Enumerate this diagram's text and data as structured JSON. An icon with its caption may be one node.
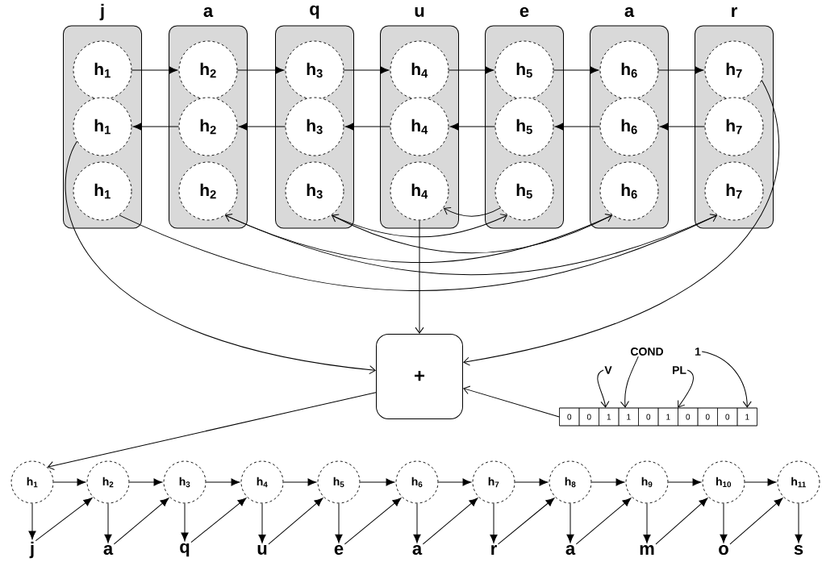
{
  "diagram": {
    "nodes": [
      {
        "text": [
          "j"
        ]
      },
      {
        "text": [
          "h$_{1}$"
        ],
        "in": 0
      },
      {
        "text": [
          "h$_{1}$"
        ],
        "in": 0
      },
      {
        "text": [
          "h$_{1}$"
        ],
        "in": 0
      },
      {
        "text": [
          "a"
        ]
      },
      {
        "text": [
          "h$_{2}$"
        ],
        "in": 4
      },
      {
        "text": [
          "h$_{2}$"
        ],
        "in": 4
      },
      {
        "text": [
          "h$_{2}$"
        ],
        "in": 4
      },
      {
        "text": [
          "q"
        ]
      },
      {
        "text": [
          "h$_{3}$"
        ],
        "in": 8
      },
      {
        "text": [
          "h$_{3}$"
        ],
        "in": 8
      },
      {
        "text": [
          "h$_{3}$"
        ],
        "in": 8
      },
      {
        "text": [
          "u"
        ]
      },
      {
        "text": [
          "h$_{4}$"
        ],
        "in": 12
      },
      {
        "text": [
          "h$_{4}$"
        ],
        "in": 12
      },
      {
        "text": [
          "h$_{4}$"
        ],
        "in": 12
      },
      {
        "text": [
          "e"
        ]
      },
      {
        "text": [
          "h$_{5}$"
        ],
        "in": 16
      },
      {
        "text": [
          "h$_{5}$"
        ],
        "in": 16
      },
      {
        "text": [
          "h$_{5}$"
        ],
        "in": 16
      },
      {
        "text": [
          "a"
        ]
      },
      {
        "text": [
          "h$_{6}$"
        ],
        "in": 20
      },
      {
        "text": [
          "h$_{6}$"
        ],
        "in": 20
      },
      {
        "text": [
          "h$_{6}$"
        ],
        "in": 20
      },
      {
        "text": [
          "r"
        ]
      },
      {
        "text": [
          "h$_{7}$"
        ],
        "in": 24
      },
      {
        "text": [
          "h$_{7}$"
        ],
        "in": 24
      },
      {
        "text": [
          "h$_{7}$"
        ],
        "in": 24
      },
      {
        "text": [
          "+"
        ]
      },
      {
        "text": [
          "V"
        ]
      },
      {
        "text": [
          "COND"
        ]
      },
      {
        "text": [
          "PL"
        ]
      },
      {
        "text": [
          "1"
        ]
      },
      {
        "text": [],
        "shape": "box"
      },
      {
        "text": [
          "0"
        ],
        "in": 33
      },
      {
        "text": [
          "0"
        ],
        "in": 33
      },
      {
        "text": [
          "1"
        ],
        "in": 33
      },
      {
        "text": [
          "1"
        ],
        "in": 33
      },
      {
        "text": [
          "0"
        ],
        "in": 33
      },
      {
        "text": [
          "1"
        ],
        "in": 33
      },
      {
        "text": [
          "0"
        ],
        "in": 33
      },
      {
        "text": [
          "0"
        ],
        "in": 33
      },
      {
        "text": [
          "0"
        ],
        "in": 33
      },
      {
        "text": [
          "1"
        ],
        "in": 33
      },
      {
        "text": [
          "h$_{1}$"
        ]
      },
      {
        "text": [
          "h$_{2}$"
        ]
      },
      {
        "text": [
          "h$_{3}$"
        ]
      },
      {
        "text": [
          "h$_{4}$"
        ]
      },
      {
        "text": [
          "h$_{5}$"
        ]
      },
      {
        "text": [
          "h$_{6}$"
        ]
      },
      {
        "text": [
          "h$_{7}$"
        ]
      },
      {
        "text": [
          "h$_{8}$"
        ]
      },
      {
        "text": [
          "h$_{9}$"
        ]
      },
      {
        "text": [
          "h$_{10}$"
        ]
      },
      {
        "text": [
          "h$_{11}$"
        ]
      },
      {
        "text": [
          "j"
        ]
      },
      {
        "text": [
          "a"
        ]
      },
      {
        "text": [
          "q"
        ]
      },
      {
        "text": [
          "u"
        ]
      },
      {
        "text": [
          "e"
        ]
      },
      {
        "text": [
          "a"
        ]
      },
      {
        "text": [
          "r"
        ]
      },
      {
        "text": [
          "a"
        ]
      },
      {
        "text": [
          "m"
        ]
      },
      {
        "text": [
          "o"
        ]
      },
      {
        "text": [
          "s"
        ]
      }
    ],
    "edges": [
      {
        "from": 1,
        "to": 5,
        "arrow": "to"
      },
      {
        "from": 5,
        "to": 9,
        "arrow": "to"
      },
      {
        "from": 9,
        "to": 13,
        "arrow": "to"
      },
      {
        "from": 13,
        "to": 17,
        "arrow": "to"
      },
      {
        "from": 17,
        "to": 21,
        "arrow": "to"
      },
      {
        "from": 21,
        "to": 25,
        "arrow": "to"
      },
      {
        "from": 6,
        "to": 2,
        "arrow": "to"
      },
      {
        "from": 10,
        "to": 6,
        "arrow": "to"
      },
      {
        "from": 14,
        "to": 10,
        "arrow": "to"
      },
      {
        "from": 18,
        "to": 14,
        "arrow": "to"
      },
      {
        "from": 22,
        "to": 18,
        "arrow": "to"
      },
      {
        "from": 26,
        "to": 22,
        "arrow": "to"
      },
      {
        "from": 19,
        "to": 15,
        "arrow": "to"
      },
      {
        "from": 11,
        "to": 19,
        "arrow": "to"
      },
      {
        "from": 23,
        "to": 11,
        "arrow": "to"
      },
      {
        "from": 7,
        "to": 23,
        "arrow": "to"
      },
      {
        "from": 27,
        "to": 7,
        "arrow": "to"
      },
      {
        "from": 3,
        "to": 27,
        "arrow": "to"
      },
      {
        "from": 2,
        "to": 28,
        "arrow": "to"
      },
      {
        "from": 15,
        "to": 28,
        "arrow": "to"
      },
      {
        "from": 25,
        "to": 28,
        "arrow": "to"
      },
      {
        "from": 33,
        "to": 28,
        "arrow": "to"
      },
      {
        "from": 29,
        "to": 36,
        "arrow": "to"
      },
      {
        "from": 30,
        "to": 37,
        "arrow": "to"
      },
      {
        "from": 31,
        "to": 40,
        "arrow": "to"
      },
      {
        "from": 32,
        "to": 43,
        "arrow": "to"
      },
      {
        "from": 28,
        "to": 44,
        "arrow": "to"
      },
      {
        "from": 44,
        "to": 45,
        "arrow": "to"
      },
      {
        "from": 45,
        "to": 46,
        "arrow": "to"
      },
      {
        "from": 46,
        "to": 47,
        "arrow": "to"
      },
      {
        "from": 47,
        "to": 48,
        "arrow": "to"
      },
      {
        "from": 48,
        "to": 49,
        "arrow": "to"
      },
      {
        "from": 49,
        "to": 50,
        "arrow": "to"
      },
      {
        "from": 50,
        "to": 51,
        "arrow": "to"
      },
      {
        "from": 51,
        "to": 52,
        "arrow": "to"
      },
      {
        "from": 52,
        "to": 53,
        "arrow": "to"
      },
      {
        "from": 53,
        "to": 54,
        "arrow": "to"
      },
      {
        "from": 44,
        "to": 55,
        "arrow": "to"
      },
      {
        "from": 45,
        "to": 56,
        "arrow": "to"
      },
      {
        "from": 46,
        "to": 57,
        "arrow": "to"
      },
      {
        "from": 47,
        "to": 58,
        "arrow": "to"
      },
      {
        "from": 48,
        "to": 59,
        "arrow": "to"
      },
      {
        "from": 49,
        "to": 60,
        "arrow": "to"
      },
      {
        "from": 50,
        "to": 61,
        "arrow": "to"
      },
      {
        "from": 51,
        "to": 62,
        "arrow": "to"
      },
      {
        "from": 52,
        "to": 63,
        "arrow": "to"
      },
      {
        "from": 53,
        "to": 64,
        "arrow": "to"
      },
      {
        "from": 54,
        "to": 65,
        "arrow": "to"
      },
      {
        "from": 55,
        "to": 45,
        "arrow": "to"
      },
      {
        "from": 56,
        "to": 46,
        "arrow": "to"
      },
      {
        "from": 57,
        "to": 47,
        "arrow": "to"
      },
      {
        "from": 58,
        "to": 48,
        "arrow": "to"
      },
      {
        "from": 59,
        "to": 49,
        "arrow": "to"
      },
      {
        "from": 60,
        "to": 50,
        "arrow": "to"
      },
      {
        "from": 61,
        "to": 51,
        "arrow": "to"
      },
      {
        "from": 62,
        "to": 52,
        "arrow": "to"
      },
      {
        "from": 63,
        "to": 53,
        "arrow": "to"
      },
      {
        "from": 64,
        "to": 54,
        "arrow": "to"
      }
    ]
  }
}
